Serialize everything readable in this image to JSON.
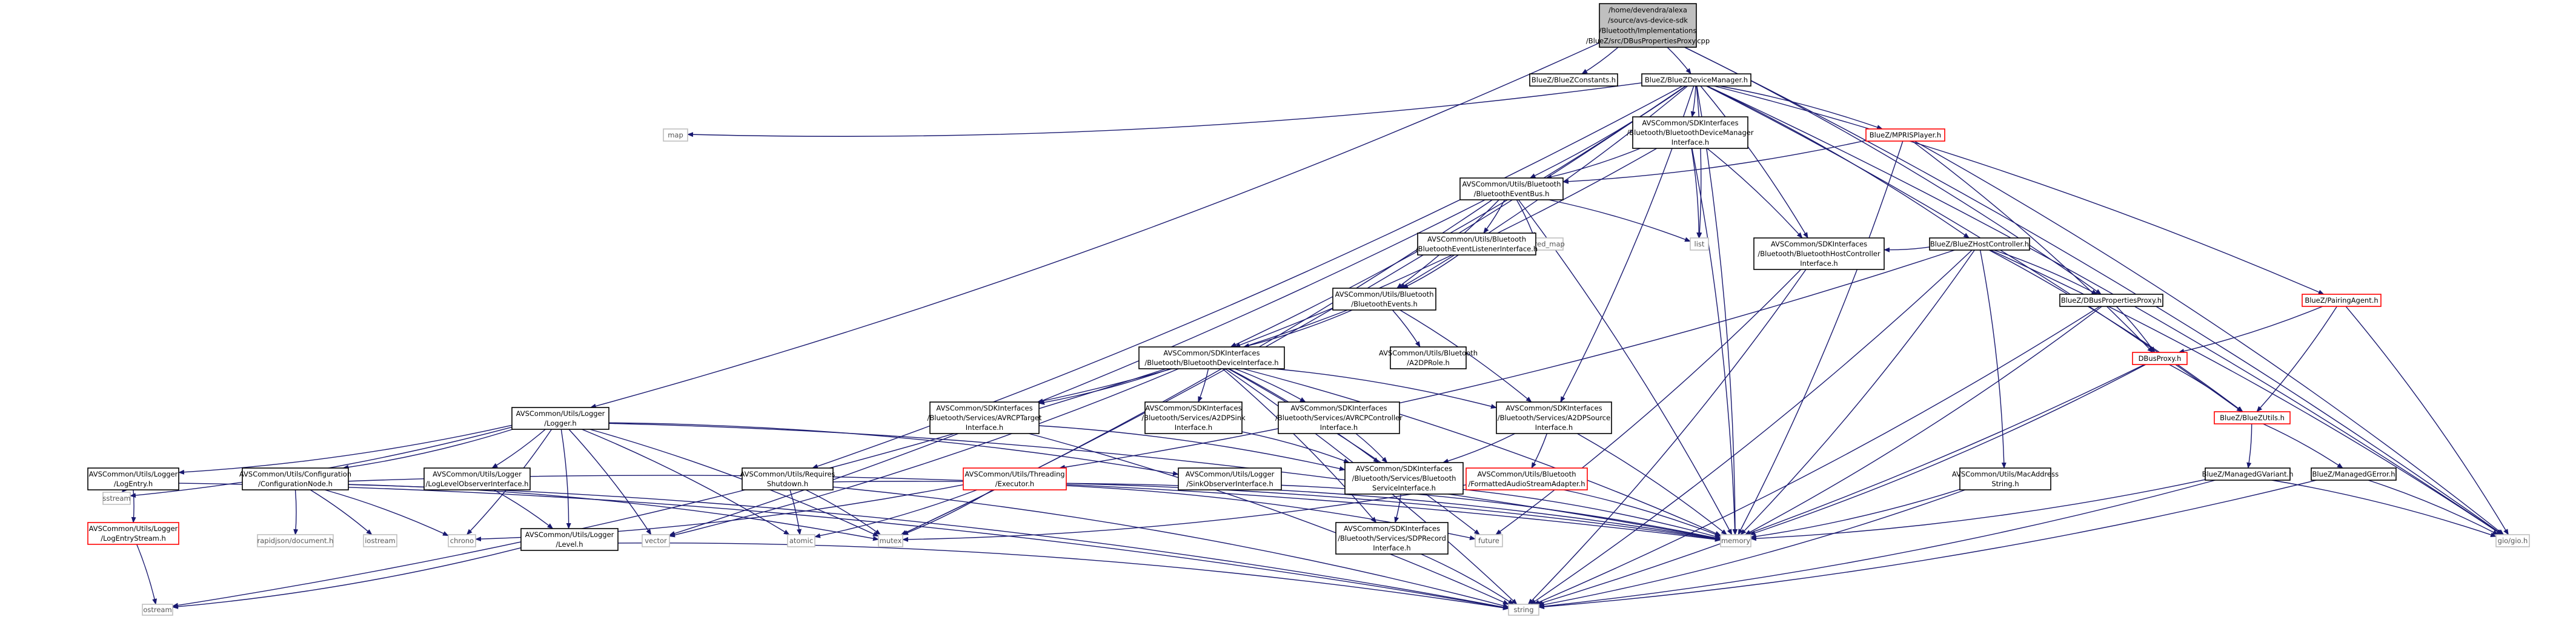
{
  "colors": {
    "edge": "#191970",
    "normal_border": "#000000",
    "missing_border": "#bfbfbf",
    "red_border": "#ff0000",
    "root_fill": "#bfbfbf"
  },
  "nodes": [
    {
      "id": "root",
      "lines": [
        "/home/devendra/alexa",
        "/source/avs-device-sdk",
        "/Bluetooth/Implementations",
        "/BlueZ/src/DBusPropertiesProxy.cpp"
      ],
      "style": "root"
    },
    {
      "id": "bluezconstants",
      "lines": [
        "BlueZ/BlueZConstants.h"
      ],
      "style": "normal"
    },
    {
      "id": "bluezdevicemanager",
      "lines": [
        "BlueZ/BlueZDeviceManager.h"
      ],
      "style": "normal"
    },
    {
      "id": "map",
      "lines": [
        "map"
      ],
      "style": "gray"
    },
    {
      "id": "sdk_btdevicemanager",
      "lines": [
        "AVSCommon/SDKInterfaces",
        "/Bluetooth/BluetoothDeviceManager",
        "Interface.h"
      ],
      "style": "normal"
    },
    {
      "id": "mprisplayer",
      "lines": [
        "BlueZ/MPRISPlayer.h"
      ],
      "style": "red"
    },
    {
      "id": "bteventbus",
      "lines": [
        "AVSCommon/Utils/Bluetooth",
        "/BluetoothEventBus.h"
      ],
      "style": "normal"
    },
    {
      "id": "unordered_map",
      "lines": [
        "unordered_map"
      ],
      "style": "gray"
    },
    {
      "id": "list",
      "lines": [
        "list"
      ],
      "style": "gray"
    },
    {
      "id": "bteventlistener",
      "lines": [
        "AVSCommon/Utils/Bluetooth",
        "/BluetoothEventListenerInterface.h"
      ],
      "style": "normal"
    },
    {
      "id": "bluezhostcontroller",
      "lines": [
        "BlueZ/BlueZHostController.h"
      ],
      "style": "normal"
    },
    {
      "id": "btevents",
      "lines": [
        "AVSCommon/Utils/Bluetooth",
        "/BluetoothEvents.h"
      ],
      "style": "normal"
    },
    {
      "id": "sdk_bthostcontroller",
      "lines": [
        "AVSCommon/SDKInterfaces",
        "/Bluetooth/BluetoothHostController",
        "Interface.h"
      ],
      "style": "normal"
    },
    {
      "id": "dbuspropertiesproxy",
      "lines": [
        "BlueZ/DBusPropertiesProxy.h"
      ],
      "style": "normal"
    },
    {
      "id": "pairingagent",
      "lines": [
        "BlueZ/PairingAgent.h"
      ],
      "style": "red"
    },
    {
      "id": "a2dprole",
      "lines": [
        "AVSCommon/Utils/Bluetooth",
        "/A2DPRole.h"
      ],
      "style": "normal"
    },
    {
      "id": "btdeviceinterface",
      "lines": [
        "AVSCommon/SDKInterfaces",
        "/Bluetooth/BluetoothDeviceInterface.h"
      ],
      "style": "normal"
    },
    {
      "id": "dbusproxy",
      "lines": [
        "DBusProxy.h"
      ],
      "style": "red"
    },
    {
      "id": "logger",
      "lines": [
        "AVSCommon/Utils/Logger",
        "/Logger.h"
      ],
      "style": "normal"
    },
    {
      "id": "avrcptarget",
      "lines": [
        "AVSCommon/SDKInterfaces",
        "/Bluetooth/Services/AVRCPTarget",
        "Interface.h"
      ],
      "style": "normal"
    },
    {
      "id": "a2dpsink",
      "lines": [
        "AVSCommon/SDKInterfaces",
        "/Bluetooth/Services/A2DPSink",
        "Interface.h"
      ],
      "style": "normal"
    },
    {
      "id": "avrcpcontroller",
      "lines": [
        "AVSCommon/SDKInterfaces",
        "/Bluetooth/Services/AVRCPController",
        "Interface.h"
      ],
      "style": "normal"
    },
    {
      "id": "a2dpsource",
      "lines": [
        "AVSCommon/SDKInterfaces",
        "/Bluetooth/Services/A2DPSource",
        "Interface.h"
      ],
      "style": "normal"
    },
    {
      "id": "bluezutils",
      "lines": [
        "BlueZ/BlueZUtils.h"
      ],
      "style": "red"
    },
    {
      "id": "threading",
      "lines": [
        "AVSCommon/Utils/Threading",
        "/Executor.h"
      ],
      "style": "red"
    },
    {
      "id": "formattedaudio",
      "lines": [
        "AVSCommon/Utils/Bluetooth",
        "/FormattedAudioStreamAdapter.h"
      ],
      "style": "red"
    },
    {
      "id": "logentry",
      "lines": [
        "AVSCommon/Utils/Logger",
        "/LogEntry.h"
      ],
      "style": "normal"
    },
    {
      "id": "configurationnode",
      "lines": [
        "AVSCommon/Utils/Configuration",
        "/ConfigurationNode.h"
      ],
      "style": "normal"
    },
    {
      "id": "loglevelobserver",
      "lines": [
        "AVSCommon/Utils/Logger",
        "/LogLevelObserverInterface.h"
      ],
      "style": "normal"
    },
    {
      "id": "requiresshutdown",
      "lines": [
        "AVSCommon/Utils/Requires",
        "Shutdown.h"
      ],
      "style": "normal"
    },
    {
      "id": "sinkobserver",
      "lines": [
        "AVSCommon/Utils/Logger",
        "/SinkObserverInterface.h"
      ],
      "style": "normal"
    },
    {
      "id": "btservice",
      "lines": [
        "AVSCommon/SDKInterfaces",
        "/Bluetooth/Services/Bluetooth",
        "ServiceInterface.h"
      ],
      "style": "normal"
    },
    {
      "id": "macaddress",
      "lines": [
        "AVSCommon/Utils/MacAddress",
        "String.h"
      ],
      "style": "normal"
    },
    {
      "id": "managedgvariant",
      "lines": [
        "BlueZ/ManagedGVariant.h"
      ],
      "style": "normal"
    },
    {
      "id": "managedgerror",
      "lines": [
        "BlueZ/ManagedGError.h"
      ],
      "style": "normal"
    },
    {
      "id": "logentrystream",
      "lines": [
        "AVSCommon/Utils/Logger",
        "/LogEntryStream.h"
      ],
      "style": "red"
    },
    {
      "id": "sstream",
      "lines": [
        "sstream"
      ],
      "style": "gray"
    },
    {
      "id": "rapidjson",
      "lines": [
        "rapidjson/document.h"
      ],
      "style": "gray"
    },
    {
      "id": "iostream",
      "lines": [
        "iostream"
      ],
      "style": "gray"
    },
    {
      "id": "chrono",
      "lines": [
        "chrono"
      ],
      "style": "gray"
    },
    {
      "id": "level",
      "lines": [
        "AVSCommon/Utils/Logger",
        "/Level.h"
      ],
      "style": "normal"
    },
    {
      "id": "vector",
      "lines": [
        "vector"
      ],
      "style": "gray"
    },
    {
      "id": "atomic",
      "lines": [
        "atomic"
      ],
      "style": "gray"
    },
    {
      "id": "mutex",
      "lines": [
        "mutex"
      ],
      "style": "gray"
    },
    {
      "id": "sdprecord",
      "lines": [
        "AVSCommon/SDKInterfaces",
        "/Bluetooth/Services/SDPRecord",
        "Interface.h"
      ],
      "style": "normal"
    },
    {
      "id": "future",
      "lines": [
        "future"
      ],
      "style": "gray"
    },
    {
      "id": "memory",
      "lines": [
        "memory"
      ],
      "style": "gray"
    },
    {
      "id": "gio",
      "lines": [
        "gio/gio.h"
      ],
      "style": "gray"
    },
    {
      "id": "ostream",
      "lines": [
        "ostream"
      ],
      "style": "gray"
    },
    {
      "id": "string",
      "lines": [
        "string"
      ],
      "style": "gray"
    }
  ],
  "edges": [
    [
      "root",
      "bluezconstants"
    ],
    [
      "root",
      "bluezdevicemanager"
    ],
    [
      "root",
      "logger"
    ],
    [
      "root",
      "dbuspropertiesproxy"
    ],
    [
      "root",
      "gio"
    ],
    [
      "bluezdevicemanager",
      "map"
    ],
    [
      "bluezdevicemanager",
      "sdk_btdevicemanager"
    ],
    [
      "bluezdevicemanager",
      "mprisplayer"
    ],
    [
      "bluezdevicemanager",
      "bteventbus"
    ],
    [
      "bluezdevicemanager",
      "list"
    ],
    [
      "bluezdevicemanager",
      "bluezhostcontroller"
    ],
    [
      "bluezdevicemanager",
      "pairingagent"
    ],
    [
      "bluezdevicemanager",
      "btevents"
    ],
    [
      "bluezdevicemanager",
      "btdeviceinterface"
    ],
    [
      "bluezdevicemanager",
      "sdk_bthostcontroller"
    ],
    [
      "bluezdevicemanager",
      "requiresshutdown"
    ],
    [
      "bluezdevicemanager",
      "a2dpsource"
    ],
    [
      "bluezdevicemanager",
      "mutex"
    ],
    [
      "bluezdevicemanager",
      "memory"
    ],
    [
      "bluezdevicemanager",
      "bluezutils"
    ],
    [
      "bluezdevicemanager",
      "gio"
    ],
    [
      "sdk_btdevicemanager",
      "bteventbus"
    ],
    [
      "sdk_btdevicemanager",
      "list"
    ],
    [
      "sdk_btdevicemanager",
      "sdk_bthostcontroller"
    ],
    [
      "sdk_btdevicemanager",
      "btdeviceinterface"
    ],
    [
      "sdk_btdevicemanager",
      "memory"
    ],
    [
      "mprisplayer",
      "bteventbus"
    ],
    [
      "mprisplayer",
      "dbusproxy"
    ],
    [
      "mprisplayer",
      "memory"
    ],
    [
      "mprisplayer",
      "gio"
    ],
    [
      "bteventbus",
      "unordered_map"
    ],
    [
      "bteventbus",
      "list"
    ],
    [
      "bteventbus",
      "bteventlistener"
    ],
    [
      "bteventbus",
      "btevents"
    ],
    [
      "bteventbus",
      "vector"
    ],
    [
      "bteventbus",
      "mutex"
    ],
    [
      "bteventbus",
      "memory"
    ],
    [
      "bteventlistener",
      "btevents"
    ],
    [
      "btevents",
      "a2dprole"
    ],
    [
      "btevents",
      "btdeviceinterface"
    ],
    [
      "btevents",
      "avrcptarget"
    ],
    [
      "btevents",
      "a2dpsource"
    ],
    [
      "bluezhostcontroller",
      "sdk_bthostcontroller"
    ],
    [
      "bluezhostcontroller",
      "dbuspropertiesproxy"
    ],
    [
      "bluezhostcontroller",
      "macaddress"
    ],
    [
      "bluezhostcontroller",
      "threading"
    ],
    [
      "bluezhostcontroller",
      "bluezutils"
    ],
    [
      "bluezhostcontroller",
      "memory"
    ],
    [
      "bluezhostcontroller",
      "string"
    ],
    [
      "bluezhostcontroller",
      "gio"
    ],
    [
      "sdk_bthostcontroller",
      "future"
    ],
    [
      "sdk_bthostcontroller",
      "string"
    ],
    [
      "dbuspropertiesproxy",
      "dbusproxy"
    ],
    [
      "dbuspropertiesproxy",
      "memory"
    ],
    [
      "dbuspropertiesproxy",
      "string"
    ],
    [
      "pairingagent",
      "dbusproxy"
    ],
    [
      "pairingagent",
      "bluezutils"
    ],
    [
      "pairingagent",
      "gio"
    ],
    [
      "dbusproxy",
      "bluezutils"
    ],
    [
      "dbusproxy",
      "memory"
    ],
    [
      "dbusproxy",
      "string"
    ],
    [
      "btdeviceinterface",
      "avrcptarget"
    ],
    [
      "btdeviceinterface",
      "a2dpsink"
    ],
    [
      "btdeviceinterface",
      "avrcpcontroller"
    ],
    [
      "btdeviceinterface",
      "a2dpsource"
    ],
    [
      "btdeviceinterface",
      "btservice"
    ],
    [
      "btdeviceinterface",
      "sdprecord"
    ],
    [
      "btdeviceinterface",
      "future"
    ],
    [
      "btdeviceinterface",
      "memory"
    ],
    [
      "btdeviceinterface",
      "string"
    ],
    [
      "btdeviceinterface",
      "vector"
    ],
    [
      "btdeviceinterface",
      "ostream"
    ],
    [
      "logger",
      "logentry"
    ],
    [
      "logger",
      "configurationnode"
    ],
    [
      "logger",
      "loglevelobserver"
    ],
    [
      "logger",
      "level"
    ],
    [
      "logger",
      "sinkobserver"
    ],
    [
      "logger",
      "sstream"
    ],
    [
      "logger",
      "chrono"
    ],
    [
      "logger",
      "vector"
    ],
    [
      "logger",
      "atomic"
    ],
    [
      "logger",
      "mutex"
    ],
    [
      "logger",
      "memory"
    ],
    [
      "avrcptarget",
      "btservice"
    ],
    [
      "avrcptarget",
      "string"
    ],
    [
      "a2dpsink",
      "btservice"
    ],
    [
      "avrcpcontroller",
      "btservice"
    ],
    [
      "a2dpsource",
      "btservice"
    ],
    [
      "a2dpsource",
      "formattedaudio"
    ],
    [
      "a2dpsource",
      "memory"
    ],
    [
      "bluezutils",
      "managedgvariant"
    ],
    [
      "bluezutils",
      "managedgerror"
    ],
    [
      "threading",
      "atomic"
    ],
    [
      "threading",
      "chrono"
    ],
    [
      "threading",
      "mutex"
    ],
    [
      "threading",
      "future"
    ],
    [
      "threading",
      "memory"
    ],
    [
      "formattedaudio",
      "mutex"
    ],
    [
      "formattedaudio",
      "memory"
    ],
    [
      "logentry",
      "logentrystream"
    ],
    [
      "logentry",
      "sstream"
    ],
    [
      "logentry",
      "string"
    ],
    [
      "configurationnode",
      "rapidjson"
    ],
    [
      "configurationnode",
      "iostream"
    ],
    [
      "configurationnode",
      "chrono"
    ],
    [
      "configurationnode",
      "mutex"
    ],
    [
      "configurationnode",
      "memory"
    ],
    [
      "configurationnode",
      "string"
    ],
    [
      "loglevelobserver",
      "level"
    ],
    [
      "requiresshutdown",
      "atomic"
    ],
    [
      "requiresshutdown",
      "mutex"
    ],
    [
      "requiresshutdown",
      "memory"
    ],
    [
      "requiresshutdown",
      "string"
    ],
    [
      "sinkobserver",
      "memory"
    ],
    [
      "btservice",
      "sdprecord"
    ],
    [
      "btservice",
      "memory"
    ],
    [
      "macaddress",
      "memory"
    ],
    [
      "macaddress",
      "string"
    ],
    [
      "managedgvariant",
      "gio"
    ],
    [
      "managedgvariant",
      "memory"
    ],
    [
      "managedgvariant",
      "string"
    ],
    [
      "managedgerror",
      "gio"
    ],
    [
      "managedgerror",
      "string"
    ],
    [
      "logentrystream",
      "ostream"
    ],
    [
      "level",
      "ostream"
    ],
    [
      "level",
      "string"
    ],
    [
      "sdprecord",
      "string"
    ]
  ]
}
